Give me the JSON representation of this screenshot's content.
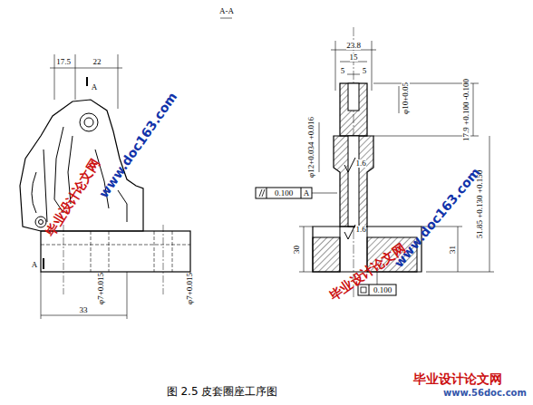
{
  "diagram": {
    "caption": "图 2.5 皮套圈座工序图",
    "labels": [
      "17.5",
      "22",
      "A",
      "A",
      "33",
      "φ7+0.015",
      "φ7+0.015",
      "A-A",
      "23.8",
      "15",
      "5",
      "5",
      "φ10+0.05",
      "17.9 +0.100 -0.100",
      "φ12+0.034 +0.016",
      "0.100",
      "A",
      "1.6",
      "1.6",
      "51.85 +0.130 +0.150",
      "31",
      "30",
      "0.100",
      "毕业设计论文网",
      "www.doc163.com",
      "毕业设计论文网",
      "www.doc163.com",
      "毕业设计论文网",
      "www.56doc.com"
    ]
  }
}
